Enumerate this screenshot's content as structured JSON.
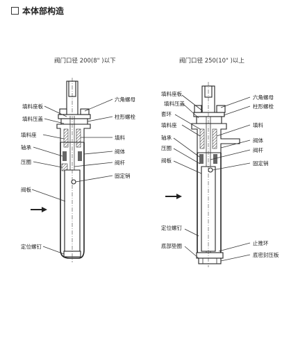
{
  "header": {
    "title": "本体部构造"
  },
  "left": {
    "caption": "阀门口径 200(8\" )以下",
    "labels_left": [
      "填料座板",
      "填料压盖",
      "填料座",
      "轴承",
      "压圈",
      "阀板",
      "定位螺钉"
    ],
    "labels_right": [
      "六角螺母",
      "柱形螺栓",
      "填料",
      "阀体",
      "阀杆",
      "固定销"
    ]
  },
  "right": {
    "caption": "阀门口径 250(10\" )以上",
    "labels_left": [
      "填料座板",
      "填料压盖",
      "套环",
      "填料座",
      "轴承",
      "压圈",
      "阀板",
      "定位螺钉",
      "底部垫圈"
    ],
    "labels_right": [
      "六角螺母",
      "柱形螺栓",
      "填料",
      "阀体",
      "阀杆",
      "固定销",
      "止推环",
      "底密封压板"
    ]
  }
}
